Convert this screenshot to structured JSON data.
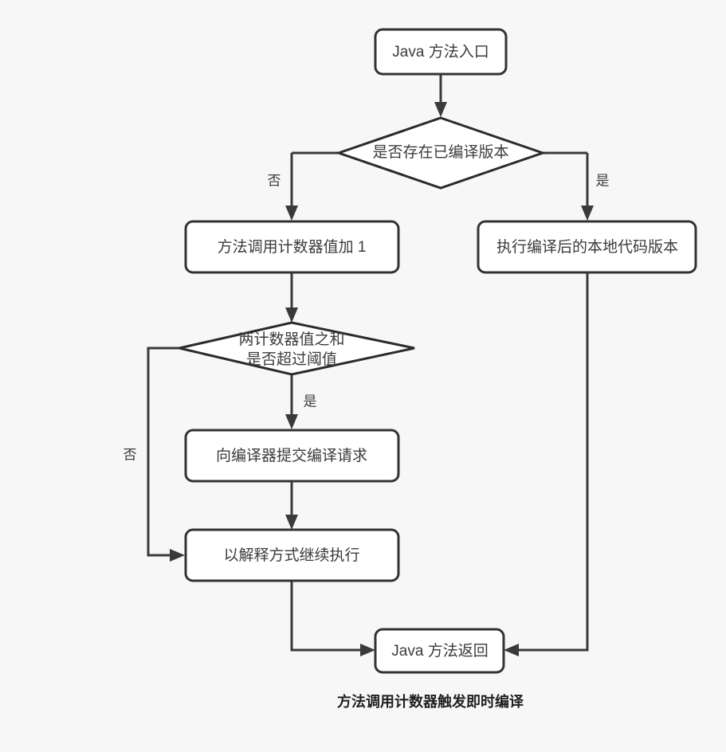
{
  "diagram": {
    "type": "flowchart",
    "caption": "方法调用计数器触发即时编译",
    "background_color": "#f7f7f7",
    "node_fill_color": "#ffffff",
    "stroke_color": "#333333",
    "text_color": "#3b3b3b",
    "nodes": [
      {
        "id": "start",
        "shape": "rounded-rect",
        "label": "Java 方法入口"
      },
      {
        "id": "has_compiled",
        "shape": "diamond",
        "label": "是否存在已编译版本"
      },
      {
        "id": "counter_inc",
        "shape": "rounded-rect",
        "label": "方法调用计数器值加 1"
      },
      {
        "id": "run_native",
        "shape": "rounded-rect",
        "label": "执行编译后的本地代码版本"
      },
      {
        "id": "threshold",
        "shape": "diamond",
        "label_line1": "两计数器值之和",
        "label_line2": "是否超过阈值"
      },
      {
        "id": "submit_jit",
        "shape": "rounded-rect",
        "label": "向编译器提交编译请求"
      },
      {
        "id": "interpret",
        "shape": "rounded-rect",
        "label": "以解释方式继续执行"
      },
      {
        "id": "return",
        "shape": "rounded-rect",
        "label": "Java 方法返回"
      }
    ],
    "edges": [
      {
        "id": "e-start-decision",
        "from": "start",
        "to": "has_compiled",
        "label": ""
      },
      {
        "id": "e-decision-no",
        "from": "has_compiled",
        "to": "counter_inc",
        "label": "否"
      },
      {
        "id": "e-decision-yes",
        "from": "has_compiled",
        "to": "run_native",
        "label": "是"
      },
      {
        "id": "e-counter-threshold",
        "from": "counter_inc",
        "to": "threshold",
        "label": ""
      },
      {
        "id": "e-threshold-yes",
        "from": "threshold",
        "to": "submit_jit",
        "label": "是"
      },
      {
        "id": "e-threshold-no",
        "from": "threshold",
        "to": "interpret",
        "label": "否"
      },
      {
        "id": "e-submit-interpret",
        "from": "submit_jit",
        "to": "interpret",
        "label": ""
      },
      {
        "id": "e-interpret-return",
        "from": "interpret",
        "to": "return",
        "label": ""
      },
      {
        "id": "e-native-return",
        "from": "run_native",
        "to": "return",
        "label": ""
      }
    ]
  }
}
